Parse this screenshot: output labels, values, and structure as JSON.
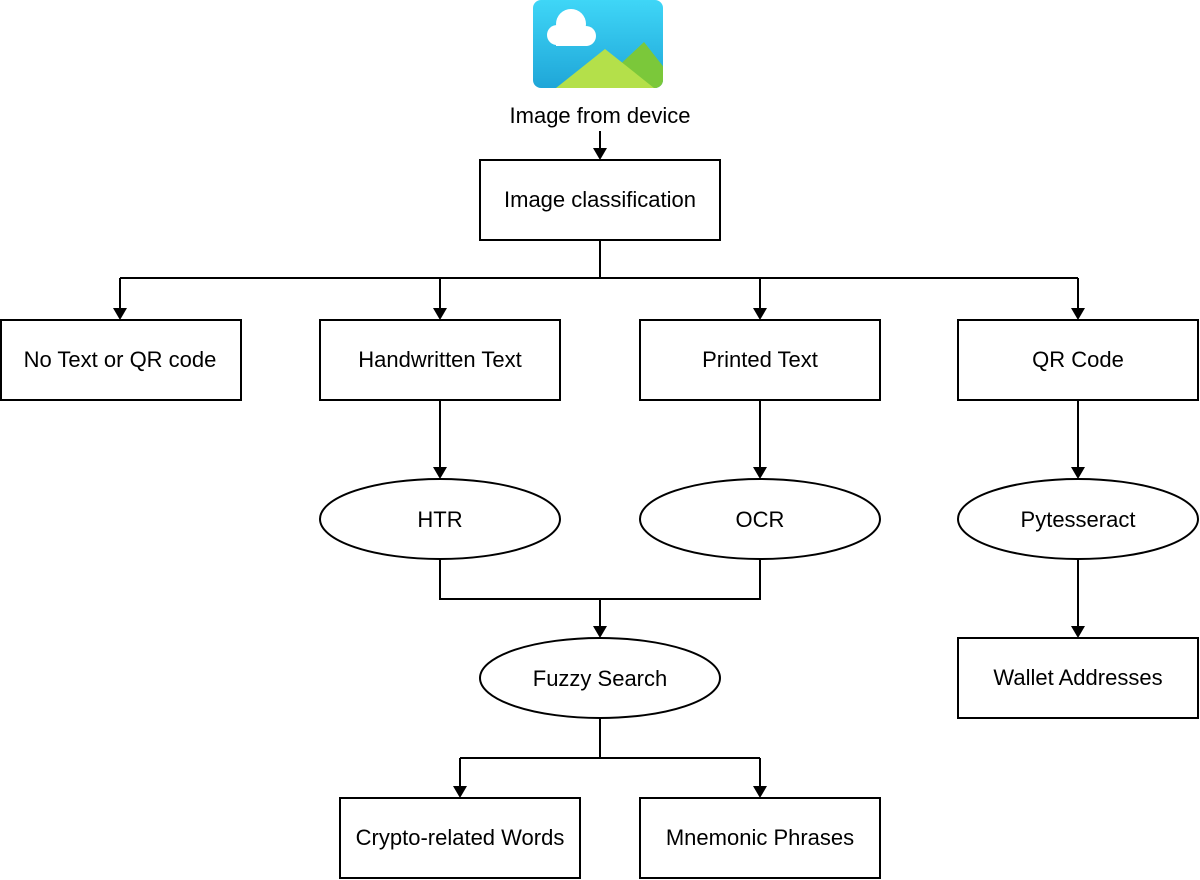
{
  "source": {
    "label": "Image from device"
  },
  "nodes": {
    "image_classification": "Image classification",
    "no_text_or_qr": "No Text or QR code",
    "handwritten_text": "Handwritten Text",
    "printed_text": "Printed Text",
    "qr_code": "QR Code",
    "htr": "HTR",
    "ocr": "OCR",
    "pytesseract": "Pytesseract",
    "fuzzy_search": "Fuzzy Search",
    "wallet_addresses": "Wallet Addresses",
    "crypto_related_words": "Crypto-related Words",
    "mnemonic_phrases": "Mnemonic Phrases"
  },
  "colors": {
    "stroke": "#000000",
    "sky": "#33c7f2",
    "mountain_light": "#a9dc41",
    "mountain_dark": "#7bc83a",
    "cloud": "#ffffff"
  },
  "icons": {
    "source": "image-icon"
  }
}
